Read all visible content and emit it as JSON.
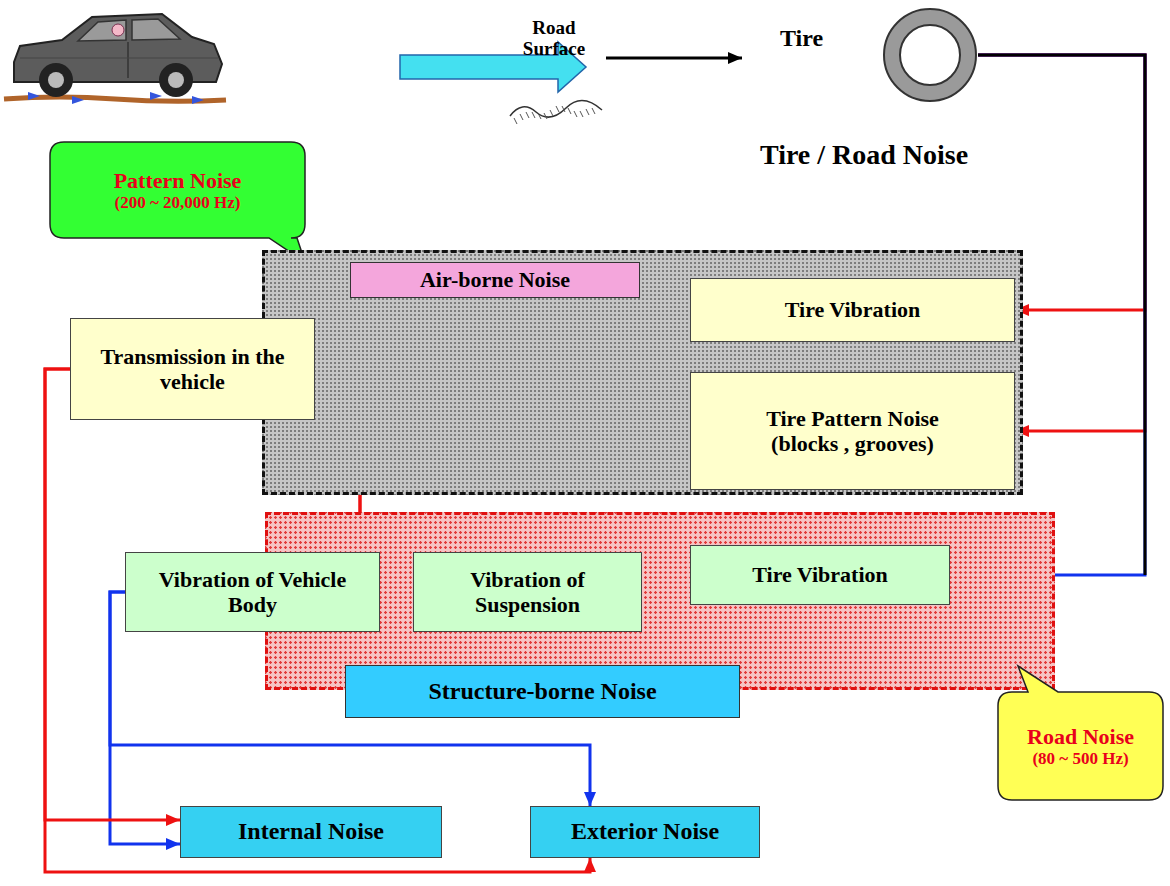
{
  "diagram": {
    "nodes": [
      {
        "text": [
          "Tire"
        ]
      },
      {
        "text": [
          "Pattern Noise",
          "(200 ~ 20,000 Hz)"
        ]
      },
      {
        "text": [
          "Air-borne Noise"
        ]
      },
      {
        "text": [
          "Tire Vibration"
        ],
        "in": 2
      },
      {
        "text": [
          "Transmission in the vehicle"
        ]
      },
      {
        "text": [
          "Tire Pattern Noise (blocks , grooves)"
        ],
        "in": 2
      },
      {
        "text": [
          "Structure-borne Noise"
        ]
      },
      {
        "text": [
          "Vibration of Vehicle Body"
        ]
      },
      {
        "text": [
          "Vibration of Suspension"
        ],
        "in": 6
      },
      {
        "text": [
          "Tire Vibration"
        ],
        "in": 6
      },
      {
        "text": [
          "Road Noise",
          "(80 ~ 500 Hz)"
        ]
      },
      {
        "text": [
          "Internal Noise"
        ]
      },
      {
        "text": [
          "Exterior Noise"
        ]
      }
    ],
    "edges": [
      {
        "from": 0,
        "to": 3,
        "arrow": "to"
      },
      {
        "from": 0,
        "to": 5,
        "arrow": "to"
      },
      {
        "from": 0,
        "to": 9,
        "arrow": "to"
      },
      {
        "from": 3,
        "to": 4,
        "arrow": "to"
      },
      {
        "from": 5,
        "to": 4,
        "arrow": "to"
      },
      {
        "from": 3,
        "to": 7,
        "arrow": "to"
      },
      {
        "from": 5,
        "to": 7,
        "arrow": "to"
      },
      {
        "from": 9,
        "to": 8,
        "arrow": "none"
      },
      {
        "from": 8,
        "to": 7,
        "arrow": "none"
      },
      {
        "from": 7,
        "to": 11,
        "arrow": "to"
      },
      {
        "from": 7,
        "to": 12,
        "arrow": "to"
      },
      {
        "from": 4,
        "to": 11,
        "arrow": "to"
      },
      {
        "from": 4,
        "to": 12,
        "arrow": "to"
      }
    ],
    "labels": [
      "Road Surface",
      "Tire / Road Noise"
    ]
  }
}
